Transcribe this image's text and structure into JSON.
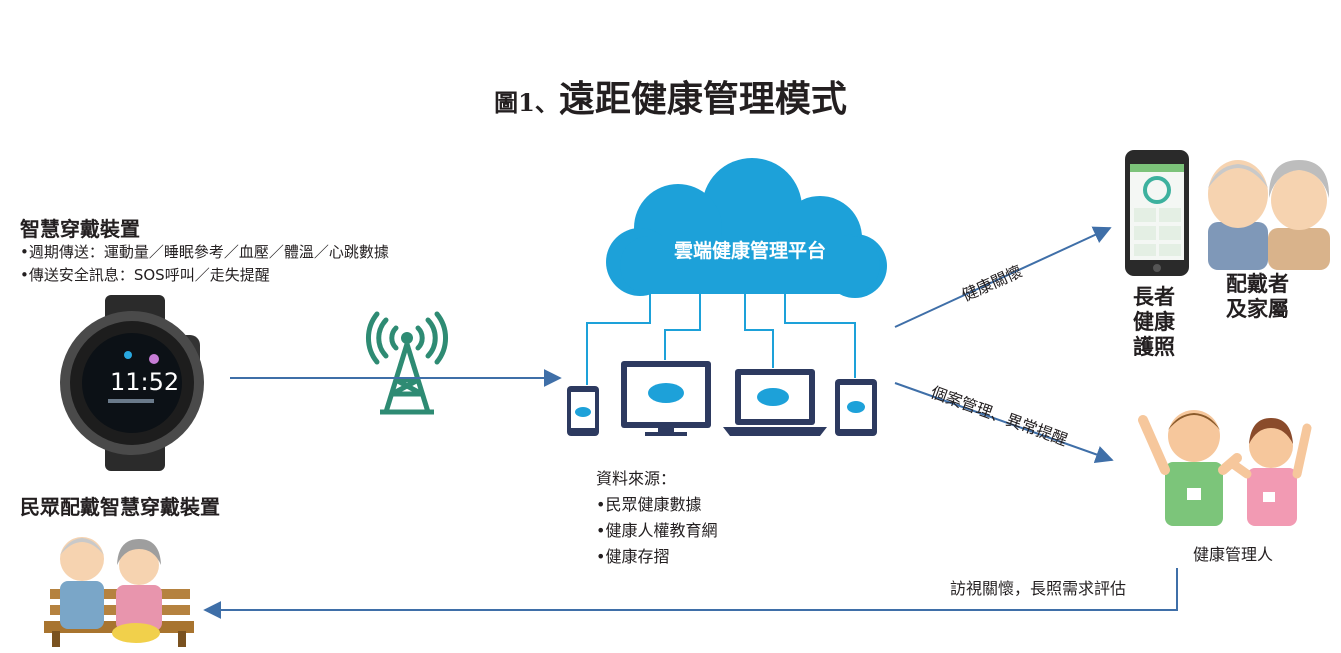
{
  "title": {
    "prefix": "圖1、",
    "main": "遠距健康管理模式"
  },
  "wearable": {
    "heading": "智慧穿戴裝置",
    "bullets": [
      "•週期傳送：運動量／睡眠參考／血壓／體溫／心跳數據",
      "•傳送安全訊息：SOS呼叫／走失提醒"
    ],
    "watch_time": "11:52"
  },
  "citizens": {
    "heading": "民眾配戴智慧穿戴裝置"
  },
  "cloud": {
    "label": "雲端健康管理平台"
  },
  "sources": {
    "heading": "資料來源：",
    "items": [
      "•民眾健康數據",
      "•健康人權教育網",
      "•健康存摺"
    ]
  },
  "arrows": {
    "care": "健康關懷",
    "case": "個案管理、異常提醒",
    "visit": "訪視關懷，長照需求評估"
  },
  "elderly_care": {
    "line1": "長者",
    "line2": "健康",
    "line3": "護照"
  },
  "wearer_family": {
    "line1": "配戴者",
    "line2": "及家屬"
  },
  "health_manager": {
    "label": "健康管理人"
  },
  "colors": {
    "blue": "#1da1d9",
    "navy": "#2d3a60",
    "line": "#3f6fa8",
    "tower": "#2e8b73"
  }
}
